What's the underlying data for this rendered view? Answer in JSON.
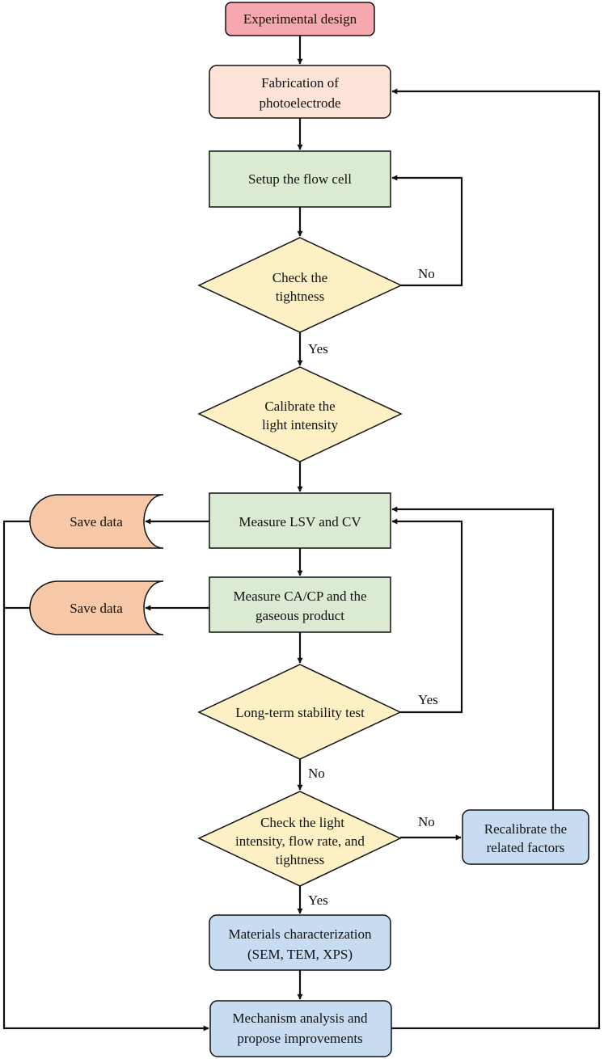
{
  "colors": {
    "start": "#f6a8ae",
    "fabrication": "#fde3d8",
    "process": "#dbead2",
    "decision": "#fdf0c4",
    "storage": "#f6c8a7",
    "analysis": "#c7dcf0",
    "line": "#111111"
  },
  "nodes": {
    "experimental_design": "Experimental design",
    "fabrication": [
      "Fabrication of",
      "photoelectrode"
    ],
    "setup_flow_cell": "Setup the flow cell",
    "check_tightness": [
      "Check the",
      "tightness"
    ],
    "calibrate_light": [
      "Calibrate the",
      "light intensity"
    ],
    "measure_lsv_cv": "Measure LSV and CV",
    "measure_ca_cp": [
      "Measure CA/CP and the",
      "gaseous product"
    ],
    "save_data_1": "Save data",
    "save_data_2": "Save data",
    "long_term_stability": "Long-term stability test",
    "check_light_flow": [
      "Check the light",
      "intensity, flow rate, and",
      "tightness"
    ],
    "recalibrate": [
      "Recalibrate the",
      "related factors"
    ],
    "materials_characterization": [
      "Materials characterization",
      "(SEM, TEM, XPS)"
    ],
    "mechanism_analysis": [
      "Mechanism analysis and",
      "propose improvements"
    ]
  },
  "edge_labels": {
    "tightness_no": "No",
    "tightness_yes": "Yes",
    "stability_yes": "Yes",
    "stability_no": "No",
    "check_no": "No",
    "check_yes": "Yes"
  }
}
